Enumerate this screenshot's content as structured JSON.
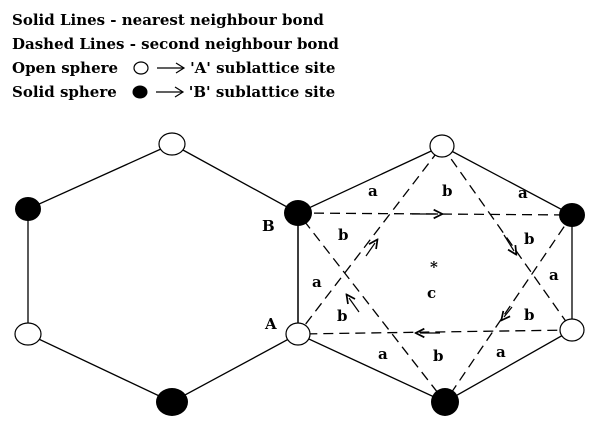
{
  "legend": {
    "solid_lines": "Solid Lines - nearest neighbour bond",
    "dashed_lines": "Dashed Lines - second neighbour bond",
    "open_sphere_label": "Open sphere",
    "open_sphere_desc": "'A' sublattice site",
    "solid_sphere_label": "Solid sphere",
    "solid_sphere_desc": "'B' sublattice site"
  },
  "labels": {
    "site_a": "A",
    "site_b": "B",
    "bond_a": "a",
    "bond_b": "b",
    "center": "c",
    "center_mark": "*"
  },
  "colors": {
    "line": "#000000",
    "open_fill": "#ffffff",
    "solid_fill": "#000000"
  }
}
